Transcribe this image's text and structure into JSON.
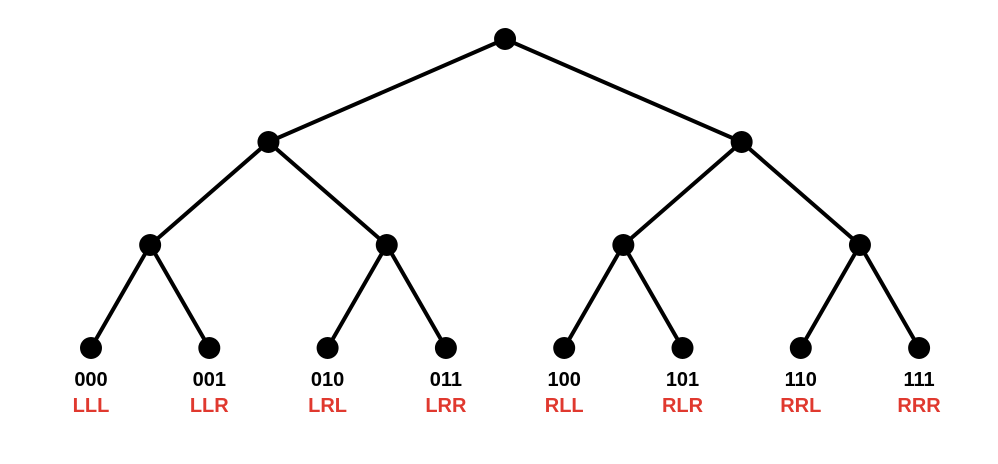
{
  "tree": {
    "depth": 3,
    "leaves": [
      {
        "binary": "000",
        "path": "LLL"
      },
      {
        "binary": "001",
        "path": "LLR"
      },
      {
        "binary": "010",
        "path": "LRL"
      },
      {
        "binary": "011",
        "path": "LRR"
      },
      {
        "binary": "100",
        "path": "RLL"
      },
      {
        "binary": "101",
        "path": "RLR"
      },
      {
        "binary": "110",
        "path": "RRL"
      },
      {
        "binary": "111",
        "path": "RRR"
      }
    ]
  },
  "colors": {
    "edge": "#000000",
    "node": "#000000",
    "binary_label": "#000000",
    "path_label": "#e0392f"
  }
}
